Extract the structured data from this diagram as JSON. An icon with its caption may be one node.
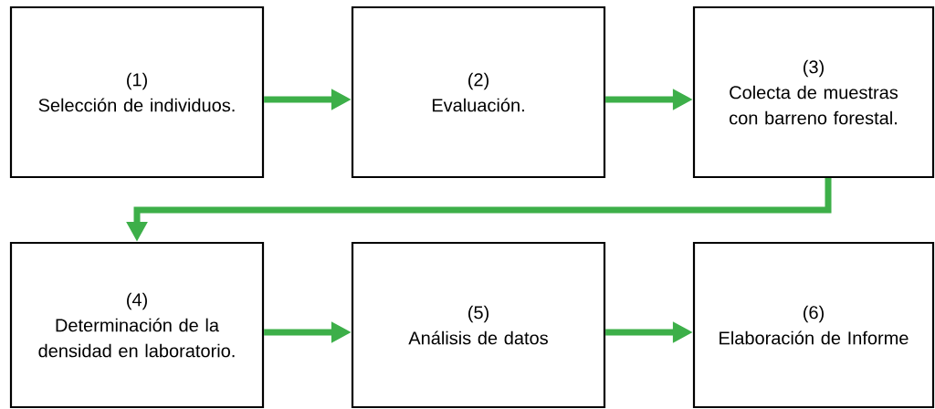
{
  "diagram": {
    "nodes": [
      {
        "text": [
          "(1)",
          "Selección de individuos."
        ]
      },
      {
        "text": [
          "(2)",
          "Evaluación."
        ]
      },
      {
        "text": [
          "(3)",
          "Colecta de muestras con barreno forestal."
        ]
      },
      {
        "text": [
          "(4)",
          "Determinación de la densidad en laboratorio."
        ]
      },
      {
        "text": [
          "(5)",
          "Análisis de datos"
        ]
      },
      {
        "text": [
          "(6)",
          "Elaboración de Informe"
        ]
      }
    ],
    "edges": [
      {
        "from": 0,
        "to": 1,
        "arrow": "to"
      },
      {
        "from": 1,
        "to": 2,
        "arrow": "to"
      },
      {
        "from": 2,
        "to": 3,
        "arrow": "to"
      },
      {
        "from": 3,
        "to": 4,
        "arrow": "to"
      },
      {
        "from": 4,
        "to": 5,
        "arrow": "to"
      }
    ]
  }
}
